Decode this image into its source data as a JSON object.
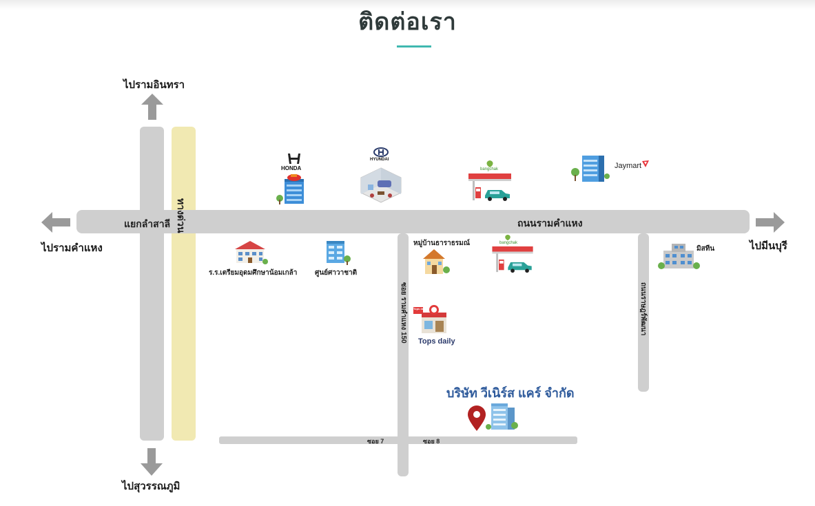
{
  "header": {
    "title": "ติดต่อเรา"
  },
  "directions": {
    "north": "ไปรามอินทรา",
    "south": "ไปสุวรรณภูมิ",
    "west": "ไปรามคำแหง",
    "east": "ไปมีนบุรี"
  },
  "roads": {
    "junction": "แยกลำสาลี",
    "expressway": "ทางด่วน",
    "main_road": "ถนนรามคำแหง",
    "soi_150": "ซอย รามคำแหง 150",
    "right_road": "ถนนราษฎร์พัฒนา",
    "soi_7": "ซอย 7",
    "soi_8": "ซอย 8"
  },
  "places": {
    "honda": "HONDA",
    "hyundai": "HYUNDAI",
    "jaymart": "Jaymart",
    "bangchak_top": "bangchak",
    "bangchak_bottom": "bangchak",
    "school": "ร.ร.เตรียมอุดมศึกษาน้อมเกล้า",
    "culture_center": "ศูนย์ศาวาชาติ",
    "village": "หมู่บ้านธาราธรมณ์",
    "mistine": "มิสทีน",
    "tops": "Tops daily",
    "tops_sign": "Tops daily"
  },
  "company": {
    "name": "บริษัท วีเนิร์ส แคร์ จำกัด"
  },
  "colors": {
    "road": "#cfcfcf",
    "expressway": "#f1e9b2",
    "title": "#2f3a3a",
    "accent": "#3fb8b0",
    "company": "#2f5b9c",
    "pin": "#b22222",
    "arrow": "#9a9a9a"
  },
  "icons": {
    "north_arrow": "arrow-up-icon",
    "south_arrow": "arrow-down-icon",
    "west_arrow": "arrow-left-icon",
    "east_arrow": "arrow-right-icon",
    "pin": "location-pin-icon"
  }
}
